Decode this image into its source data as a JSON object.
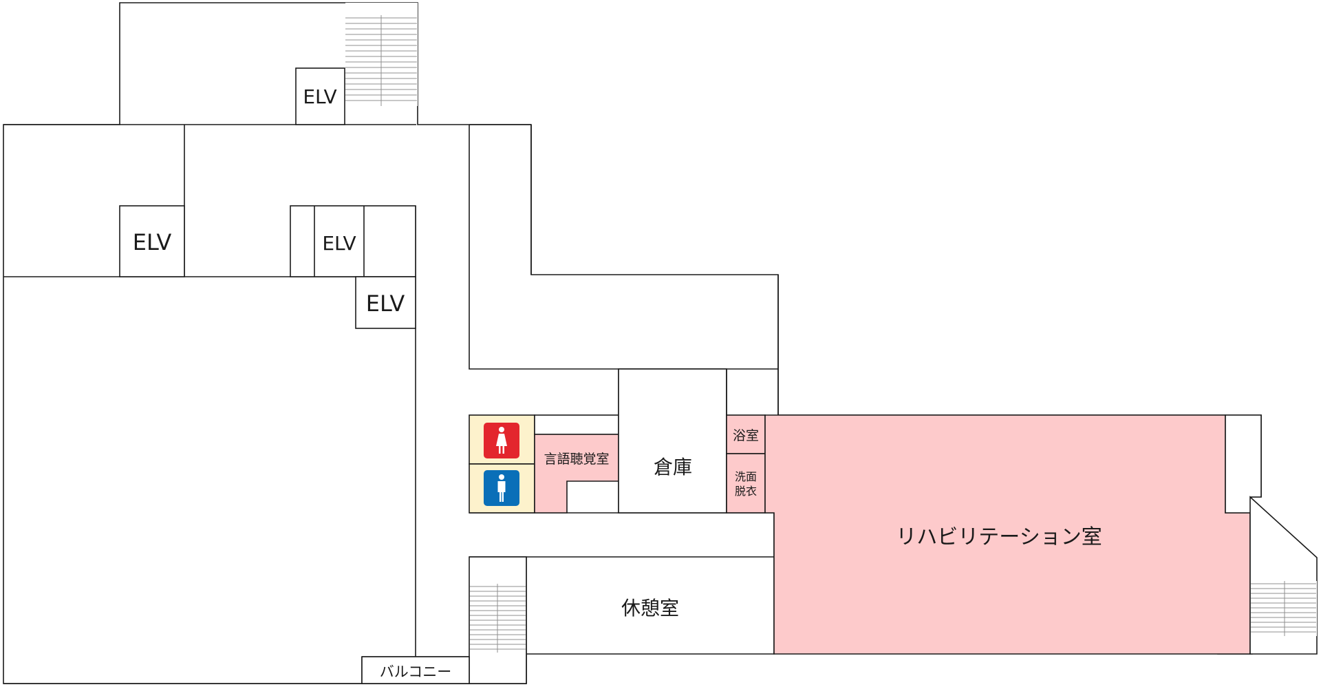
{
  "floor_plan": {
    "elevators": [
      {
        "id": "elv-1",
        "label": "ELV"
      },
      {
        "id": "elv-2",
        "label": "ELV"
      },
      {
        "id": "elv-3",
        "label": "ELV"
      },
      {
        "id": "elv-4",
        "label": "ELV"
      }
    ],
    "rooms": {
      "storage": "倉庫",
      "speech_hearing_room": "言語聴覚室",
      "bathroom": "浴室",
      "washroom_line1": "洗面",
      "washroom_line2": "脱衣",
      "rehabilitation_room": "リハビリテーション室",
      "rest_room": "休憩室",
      "balcony": "バルコニー"
    },
    "restrooms": {
      "female_icon": "female-toilet-icon",
      "male_icon": "male-toilet-icon"
    },
    "colors": {
      "highlight_room": "#fdcacb",
      "restroom_bg": "#fdf2cc",
      "female": "#e3262d",
      "male": "#0a6fb8",
      "walls": "#1a1a1a"
    }
  }
}
